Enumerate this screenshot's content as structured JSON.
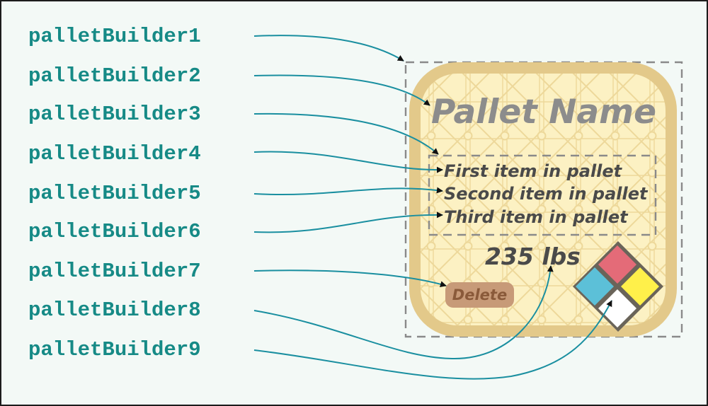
{
  "builder_labels": [
    "palletBuilder1",
    "palletBuilder2",
    "palletBuilder3",
    "palletBuilder4",
    "palletBuilder5",
    "palletBuilder6",
    "palletBuilder7",
    "palletBuilder8",
    "palletBuilder9"
  ],
  "pallet": {
    "name": "Pallet Name",
    "items": [
      "First item in pallet",
      "Second item in pallet",
      "Third item in pallet"
    ],
    "weight": "235 lbs",
    "delete_label": "Delete"
  },
  "colors": {
    "label_text": "#168a86",
    "connector": "#1a8fa0",
    "card_fill": "#fcf1c3",
    "card_border": "#e3c98a",
    "lattice": "#edd89a",
    "pallet_name": "#8c8c8c",
    "item_text": "#4a4a4a",
    "weight_text": "#4a4a4a",
    "delete_fill": "#c79a78",
    "delete_text": "#8a5a3a",
    "hazard_red": "#e46b78",
    "hazard_blue": "#5cc0d8",
    "hazard_yellow": "#fff04a",
    "hazard_white": "#ffffff",
    "hazard_outline": "#6a6459"
  },
  "icons": {
    "hazard": "hazard-diamond-icon"
  }
}
